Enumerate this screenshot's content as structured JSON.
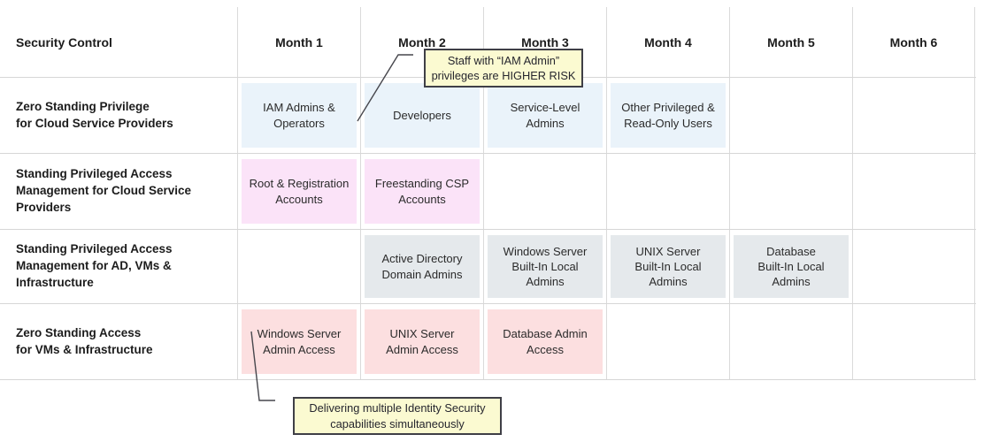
{
  "table": {
    "header": {
      "control_label": "Security Control",
      "months": [
        "Month 1",
        "Month 2",
        "Month 3",
        "Month 4",
        "Month 5",
        "Month 6"
      ]
    },
    "rows": [
      {
        "label": "Zero Standing Privilege\nfor Cloud Service Providers",
        "category_color": "#eaf3fa",
        "cells": [
          {
            "text": "IAM Admins &\nOperators"
          },
          {
            "text": "Developers"
          },
          {
            "text": "Service-Level\nAdmins"
          },
          {
            "text": "Other Privileged &\nRead-Only Users"
          },
          {
            "text": ""
          },
          {
            "text": ""
          }
        ]
      },
      {
        "label": "Standing Privileged Access\nManagement for Cloud Service\nProviders",
        "category_color": "#fbe3f8",
        "cells": [
          {
            "text": "Root & Registration\nAccounts"
          },
          {
            "text": "Freestanding CSP\nAccounts"
          },
          {
            "text": ""
          },
          {
            "text": ""
          },
          {
            "text": ""
          },
          {
            "text": ""
          }
        ]
      },
      {
        "label": "Standing Privileged Access\nManagement for AD, VMs &\nInfrastructure",
        "category_color": "#e5e9ec",
        "cells": [
          {
            "text": ""
          },
          {
            "text": "Active Directory\nDomain Admins"
          },
          {
            "text": "Windows Server\nBuilt-In Local\nAdmins"
          },
          {
            "text": "UNIX Server\nBuilt-In Local\nAdmins"
          },
          {
            "text": "Database\nBuilt-In Local\nAdmins"
          },
          {
            "text": ""
          }
        ]
      },
      {
        "label": "Zero Standing Access\nfor VMs & Infrastructure",
        "category_color": "#fcdfe0",
        "cells": [
          {
            "text": "Windows Server\nAdmin Access"
          },
          {
            "text": "UNIX Server\nAdmin Access"
          },
          {
            "text": "Database Admin\nAccess"
          },
          {
            "text": ""
          },
          {
            "text": ""
          },
          {
            "text": ""
          }
        ]
      }
    ]
  },
  "callouts": [
    {
      "text": "Staff with “IAM Admin”\nprivileges are HIGHER RISK",
      "background": "#fbfad1",
      "border": "#3f3f46"
    },
    {
      "text": "Delivering multiple Identity Security\ncapabilities simultaneously",
      "background": "#fbfad1",
      "border": "#3f3f46"
    }
  ],
  "colors": {
    "zsp_cloud": "#eaf3fa",
    "spam_cloud": "#fbe3f8",
    "spam_ad_vm": "#e5e9ec",
    "zsa_vm": "#fcdfe0",
    "gridline": "#d8d8d8",
    "callout_bg": "#fbfad1",
    "callout_border": "#3f3f46"
  }
}
